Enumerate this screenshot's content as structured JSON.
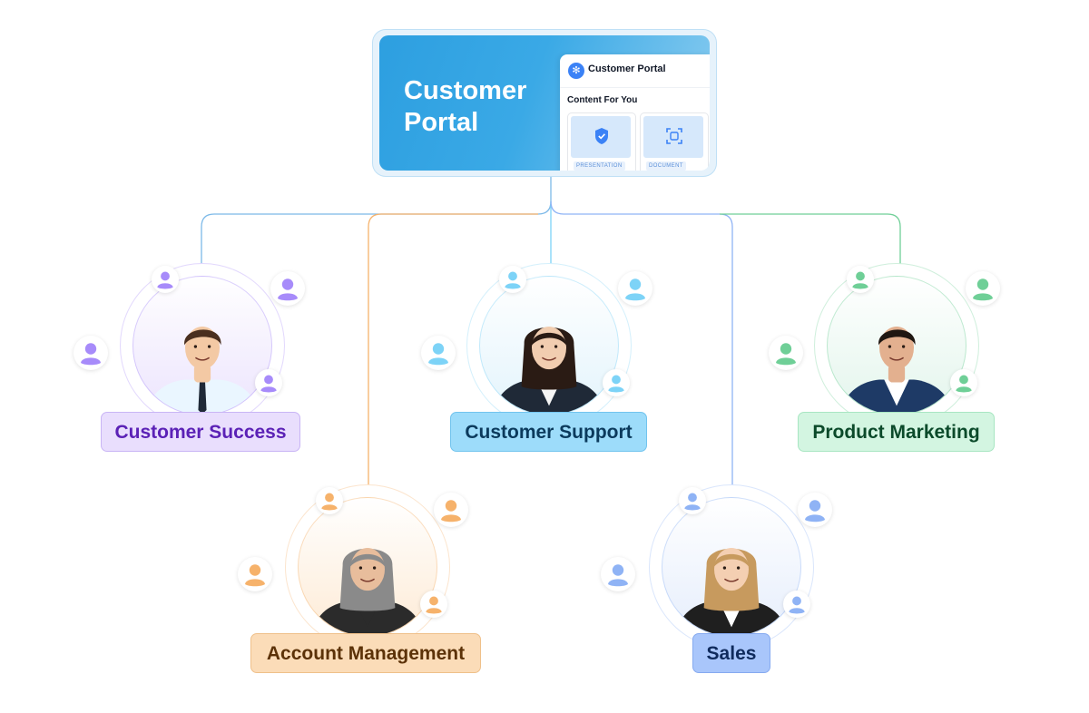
{
  "hub": {
    "title": "Customer Portal",
    "panel": {
      "app_name": "Customer Portal",
      "section_title": "Content For You",
      "tiles": [
        {
          "label": "PRESENTATION",
          "icon": "shield-check-icon"
        },
        {
          "label": "DOCUMENT",
          "icon": "scan-icon"
        }
      ]
    }
  },
  "nodes": [
    {
      "id": "customer-success",
      "label": "Customer Success",
      "accent": "#a78bfa",
      "label_bg": "#e9defd",
      "label_border": "#c9b5f5",
      "label_text": "#5b21b6"
    },
    {
      "id": "account-management",
      "label": "Account Management",
      "accent": "#f6b26b",
      "label_bg": "#fbdcb8",
      "label_border": "#efc08a",
      "label_text": "#5c3208"
    },
    {
      "id": "customer-support",
      "label": "Customer Support",
      "accent": "#7dd3f7",
      "label_bg": "#9ddcfa",
      "label_border": "#72c4ee",
      "label_text": "#0b3a5c"
    },
    {
      "id": "sales",
      "label": "Sales",
      "accent": "#8fb3f5",
      "label_bg": "#a9c6fb",
      "label_border": "#86aaf0",
      "label_text": "#0f2a5c"
    },
    {
      "id": "product-marketing",
      "label": "Product Marketing",
      "accent": "#6fcf97",
      "label_bg": "#d3f5e1",
      "label_border": "#a8e6c2",
      "label_text": "#0b4a2a"
    }
  ]
}
